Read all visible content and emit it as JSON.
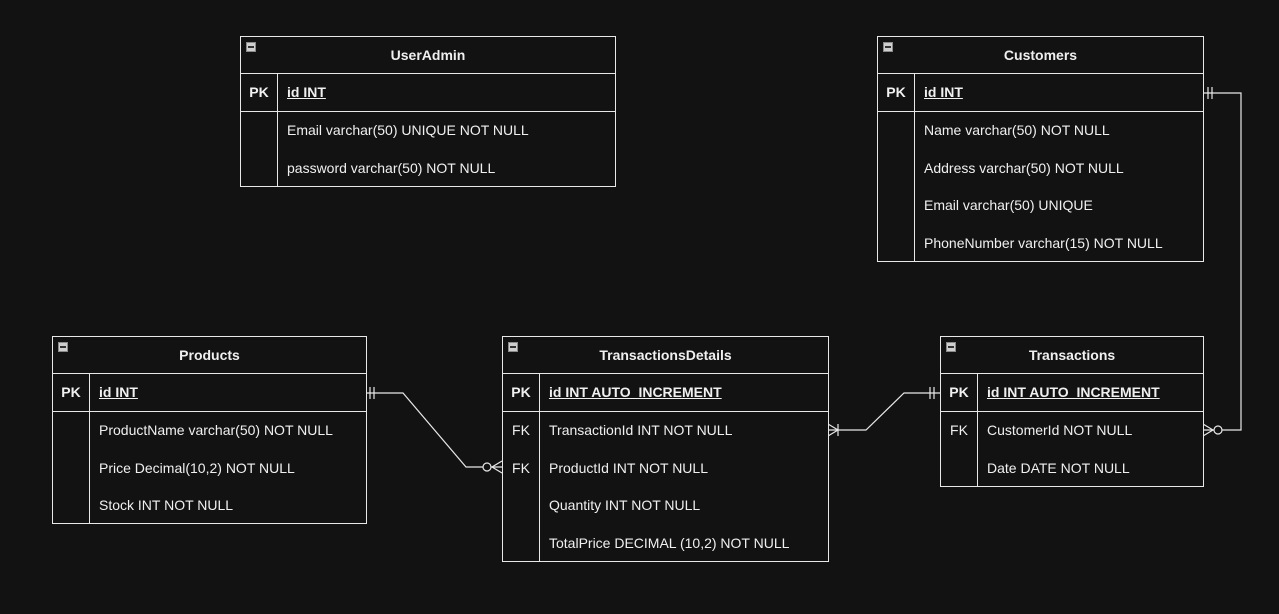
{
  "entities": {
    "useradmin": {
      "title": "UserAdmin",
      "pk": {
        "key": "PK",
        "field": "id INT"
      },
      "rows": [
        {
          "key": "",
          "field": "Email varchar(50) UNIQUE NOT NULL"
        },
        {
          "key": "",
          "field": "password varchar(50) NOT NULL"
        }
      ]
    },
    "customers": {
      "title": "Customers",
      "pk": {
        "key": "PK",
        "field": "id INT"
      },
      "rows": [
        {
          "key": "",
          "field": "Name varchar(50) NOT NULL"
        },
        {
          "key": "",
          "field": "Address varchar(50) NOT NULL"
        },
        {
          "key": "",
          "field": "Email varchar(50) UNIQUE"
        },
        {
          "key": "",
          "field": "PhoneNumber varchar(15) NOT NULL"
        }
      ]
    },
    "products": {
      "title": "Products",
      "pk": {
        "key": "PK",
        "field": "id INT"
      },
      "rows": [
        {
          "key": "",
          "field": "ProductName varchar(50) NOT NULL"
        },
        {
          "key": "",
          "field": "Price Decimal(10,2) NOT NULL"
        },
        {
          "key": "",
          "field": "Stock INT NOT NULL"
        }
      ]
    },
    "transactionsdetails": {
      "title": "TransactionsDetails",
      "pk": {
        "key": "PK",
        "field": "id INT AUTO_INCREMENT"
      },
      "rows": [
        {
          "key": "FK",
          "field": "TransactionId INT NOT NULL"
        },
        {
          "key": "FK",
          "field": "ProductId INT NOT NULL"
        },
        {
          "key": "",
          "field": "Quantity INT  NOT NULL"
        },
        {
          "key": "",
          "field": "TotalPrice DECIMAL (10,2) NOT NULL"
        }
      ]
    },
    "transactions": {
      "title": "Transactions",
      "pk": {
        "key": "PK",
        "field": "id INT AUTO_INCREMENT"
      },
      "rows": [
        {
          "key": "FK",
          "field": "CustomerId NOT NULL"
        },
        {
          "key": "",
          "field": "Date DATE NOT NULL"
        }
      ]
    }
  },
  "colors": {
    "background": "#121212",
    "line": "#e8e8e8",
    "text": "#f0f0f0"
  }
}
